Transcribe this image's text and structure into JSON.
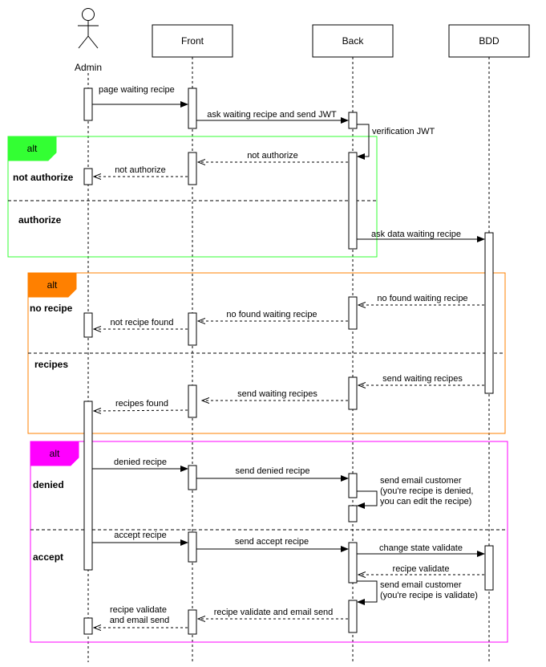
{
  "participants": {
    "admin": "Admin",
    "front": "Front",
    "back": "Back",
    "bdd": "BDD"
  },
  "fragments": {
    "alt1": {
      "tag": "alt",
      "color": "#33ff33",
      "op1": "not authorize",
      "op2": "authorize"
    },
    "alt2": {
      "tag": "alt",
      "color": "#ff8000",
      "op1": "no recipe",
      "op2": "recipes"
    },
    "alt3": {
      "tag": "alt",
      "color": "#ff00ff",
      "op1": "denied",
      "op2": "accept"
    }
  },
  "messages": {
    "m1": "page waiting recipe",
    "m2": "ask waiting recipe and send JWT",
    "m3": "verification JWT",
    "m4": "not authorize",
    "m5": "not authorize",
    "m6": "ask data waiting recipe",
    "m7": "no found waiting recipe",
    "m8": "no found waiting recipe",
    "m9": "not recipe found",
    "m10": "send waiting recipes",
    "m11": "send waiting recipes",
    "m12": "recipes found",
    "m13": "denied recipe",
    "m14": "send denied recipe",
    "m15": [
      "send email customer",
      "(you're recipe is denied,",
      "you can edit the recipe)"
    ],
    "m16": "accept  recipe",
    "m17": "send accept recipe",
    "m18": "change state validate",
    "m19": "recipe validate",
    "m20": [
      "send email customer",
      "(you're recipe is validate)"
    ],
    "m21": "recipe validate and email send",
    "m22": [
      "recipe validate",
      "and email send"
    ]
  }
}
